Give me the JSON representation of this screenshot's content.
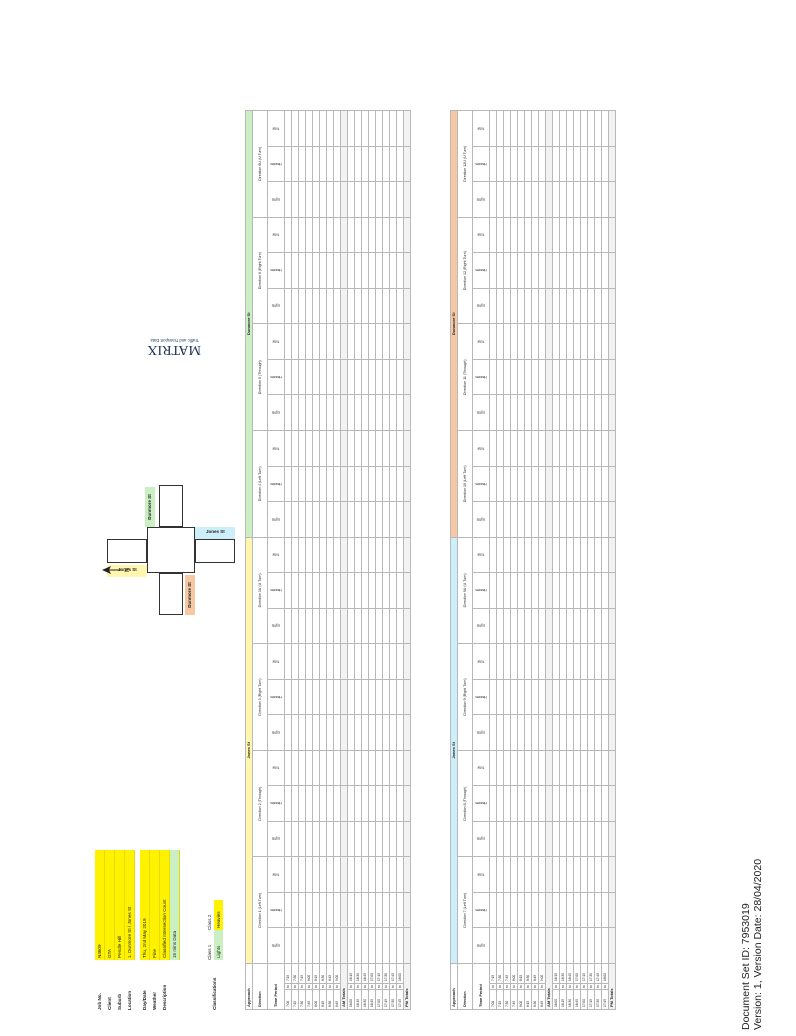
{
  "meta": [
    {
      "label": "Job No.",
      "value": "N4609"
    },
    {
      "label": "Client",
      "value": "GTA"
    },
    {
      "label": "Suburb",
      "value": "Pendle Hill"
    },
    {
      "label": "Location",
      "value": "1. Dunmore St / Jones St"
    },
    {
      "label": "Day/Date",
      "value": "Thu, 2nd May 2019"
    },
    {
      "label": "Weather",
      "value": "Fine"
    },
    {
      "label": "Description",
      "value": "Classified Intersection Count"
    },
    {
      "label": "",
      "value": "15 mins Data"
    }
  ],
  "classifications": {
    "label": "Classifications",
    "class1": "Class 1",
    "class2": "Class 2",
    "class1_value": "Lights",
    "class2_value": "Heavies"
  },
  "diagram": {
    "north": "Jones St",
    "south": "Jones St",
    "west": "Dunmore St",
    "east": "Dunmore St",
    "compass": "N"
  },
  "logo": {
    "name": "MATRIX",
    "tagline": "Traffic and Transport Data"
  },
  "labels": {
    "approach": "Approach",
    "direction": "Direction",
    "time_period": "Time Period",
    "am_totals": "AM Totals",
    "pm_totals": "PM Totals",
    "to": "to",
    "lights": "Lights",
    "heavies": "Heavies",
    "total": "Total"
  },
  "table1": {
    "approaches": [
      "Jones St",
      "Dunmore St"
    ],
    "directions": [
      "Direction 1 (Left Turn)",
      "Direction 2 (Through)",
      "Direction 3 (Right Turn)",
      "Direction 3U (U Turn)",
      "Direction 4 (Left Turn)",
      "Direction 5 (Through)",
      "Direction 6 (Right Turn)",
      "Direction 6U (U Turn)"
    ]
  },
  "table2": {
    "approaches": [
      "Jones St",
      "Dunmore St"
    ],
    "directions": [
      "Direction 7 (Left Turn)",
      "Direction 8 (Through)",
      "Direction 9 (Right Turn)",
      "Direction 9U (U Turn)",
      "Direction 10 (Left Turn)",
      "Direction 11 (Through)",
      "Direction 12 (Right Turn)",
      "Direction 12U (U Turn)"
    ]
  },
  "times": [
    [
      "7:00",
      "7:15"
    ],
    [
      "7:15",
      "7:30"
    ],
    [
      "7:30",
      "7:45"
    ],
    [
      "7:45",
      "8:00"
    ],
    [
      "8:00",
      "8:15"
    ],
    [
      "8:15",
      "8:30"
    ],
    [
      "8:30",
      "8:45"
    ],
    [
      "8:45",
      "9:00"
    ]
  ],
  "pm_times": [
    [
      "16:00",
      "16:15"
    ],
    [
      "16:15",
      "16:30"
    ],
    [
      "16:30",
      "16:45"
    ],
    [
      "16:45",
      "17:00"
    ],
    [
      "17:00",
      "17:15"
    ],
    [
      "17:15",
      "17:30"
    ],
    [
      "17:30",
      "17:45"
    ],
    [
      "17:45",
      "18:00"
    ]
  ],
  "footer": {
    "line1": "Document Set ID: 7953019",
    "line2": "Version: 1, Version Date: 28/04/2020"
  }
}
